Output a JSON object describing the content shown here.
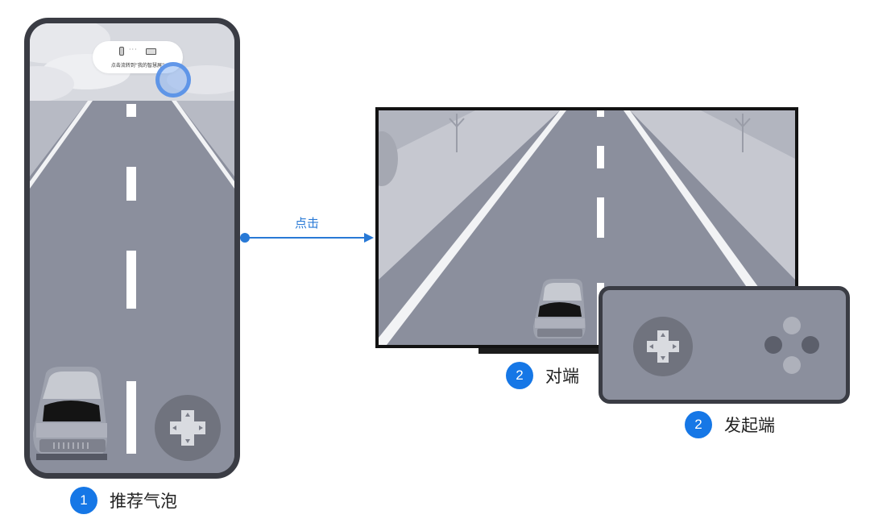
{
  "phone": {
    "bubble_text": "点击流转到“我的智慧屏”",
    "bubble_dots": "···",
    "icons": [
      "phone-icon",
      "tv-icon",
      "dpad-icon"
    ]
  },
  "arrow": {
    "label": "点击"
  },
  "steps": [
    {
      "number": "1",
      "label": "推荐气泡"
    },
    {
      "number": "2",
      "label": "对端"
    },
    {
      "number": "2",
      "label": "发起端"
    }
  ],
  "colors": {
    "accent": "#1677e6",
    "arrow": "#2879d6",
    "road": "#8b8f9d",
    "frame": "#3a3c44"
  }
}
